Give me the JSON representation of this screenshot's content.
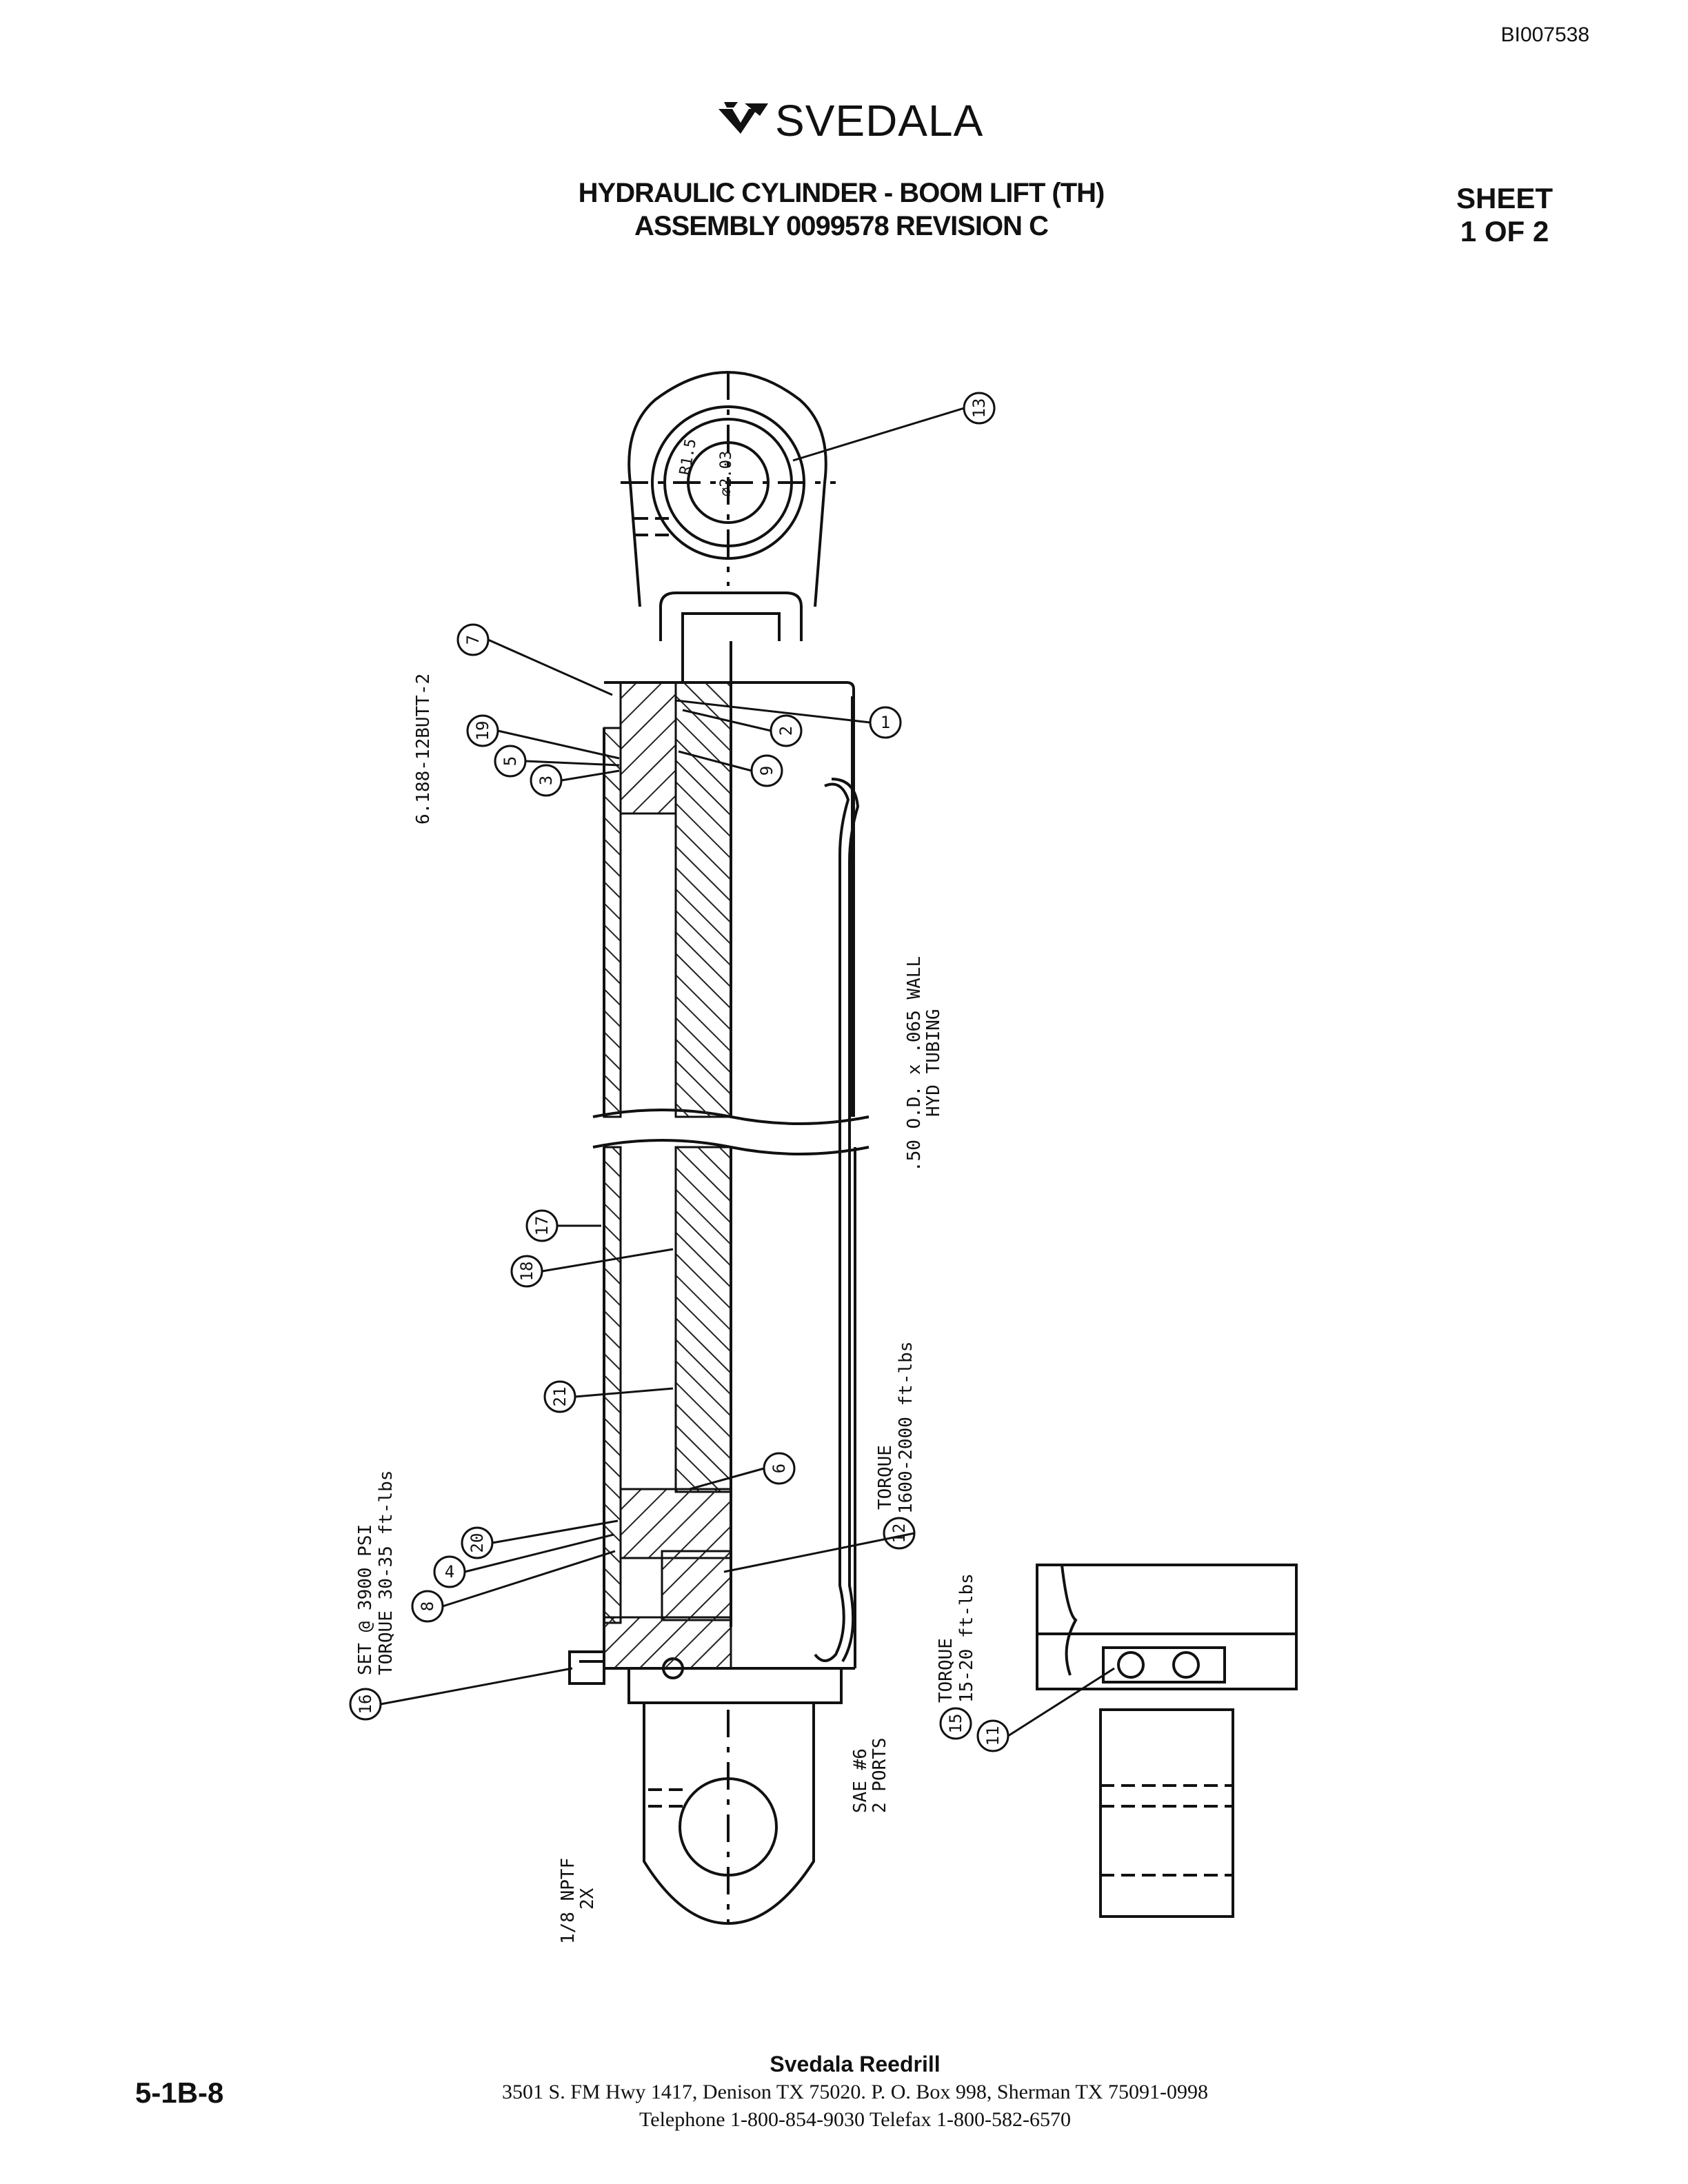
{
  "doc_id": "BI007538",
  "brand": {
    "name": "SVEDALA",
    "logo_icon": "svedala-mark-icon"
  },
  "title": {
    "line1": "HYDRAULIC CYLINDER - BOOM LIFT (TH)",
    "line2": "ASSEMBLY 0099578 REVISION C"
  },
  "sheet": {
    "label": "SHEET",
    "value": "1 OF 2"
  },
  "drawing": {
    "dim_radius": "R1.5",
    "dim_diameter": "⌀2.03",
    "callouts": [
      "1",
      "2",
      "3",
      "4",
      "5",
      "6",
      "7",
      "8",
      "9",
      "11",
      "12",
      "13",
      "15",
      "16",
      "17",
      "18",
      "19",
      "20",
      "21"
    ],
    "notes": {
      "butt_thread": "6.188-12BUTT-2",
      "tubing_1": ".50 O.D. x .065 WALL",
      "tubing_2": "HYD TUBING",
      "torque_12_1": "TORQUE",
      "torque_12_2": "1600-2000 ft-lbs",
      "relief_1": "SET @ 3900 PSI",
      "relief_2": "TORQUE 30-35 ft-lbs",
      "torque_15_1": "TORQUE",
      "torque_15_2": "15-20 ft-lbs",
      "ports_1": "SAE #6",
      "ports_2": "2 PORTS",
      "nptf_1": "1/8 NPTF",
      "nptf_2": "2X"
    }
  },
  "footer": {
    "company": "Svedala Reedrill",
    "address": "3501 S. FM Hwy 1417, Denison TX  75020.   P. O. Box 998, Sherman TX  75091-0998",
    "phone": "Telephone 1-800-854-9030 Telefax 1-800-582-6570"
  },
  "page_number": "5-1B-8"
}
